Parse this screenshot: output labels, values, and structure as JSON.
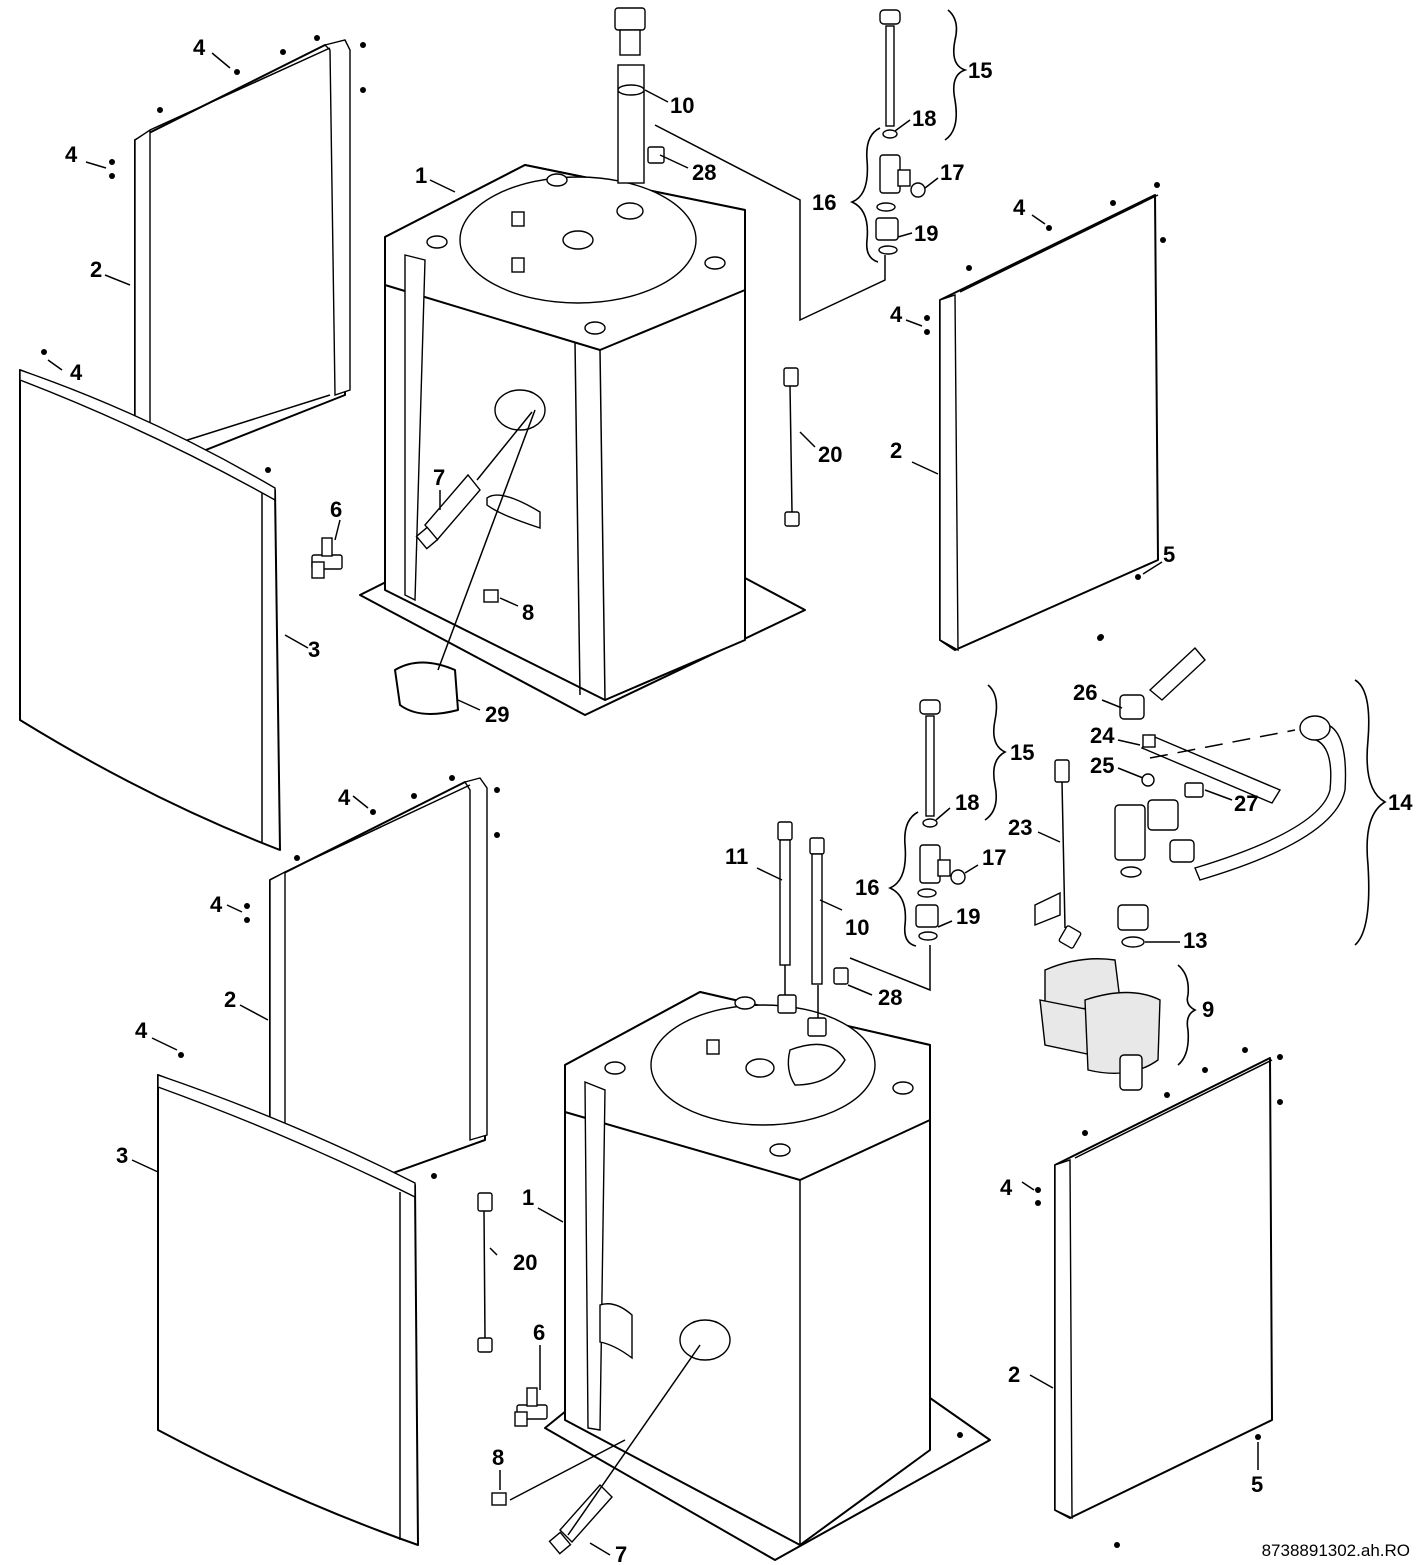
{
  "figure_id": "8738891302.ah.RO",
  "upper_assembly": {
    "labels": {
      "l1": "1",
      "l2a": "2",
      "l2b": "2",
      "l3": "3",
      "l4a": "4",
      "l4b": "4",
      "l4c": "4",
      "l4d": "4",
      "l4e": "4",
      "l5": "5",
      "l6": "6",
      "l7": "7",
      "l8": "8",
      "l10": "10",
      "l15": "15",
      "l16": "16",
      "l17": "17",
      "l18": "18",
      "l19": "19",
      "l20": "20",
      "l28": "28",
      "l29": "29"
    }
  },
  "lower_assembly": {
    "labels": {
      "l1": "1",
      "l2a": "2",
      "l2b": "2",
      "l3": "3",
      "l4a": "4",
      "l4b": "4",
      "l4c": "4",
      "l4d": "4",
      "l5": "5",
      "l6": "6",
      "l7": "7",
      "l8": "8",
      "l9": "9",
      "l10": "10",
      "l11": "11",
      "l13": "13",
      "l14": "14",
      "l15": "15",
      "l16": "16",
      "l17": "17",
      "l18": "18",
      "l19": "19",
      "l20": "20",
      "l23": "23",
      "l24": "24",
      "l25": "25",
      "l26": "26",
      "l27": "27",
      "l28": "28"
    }
  }
}
